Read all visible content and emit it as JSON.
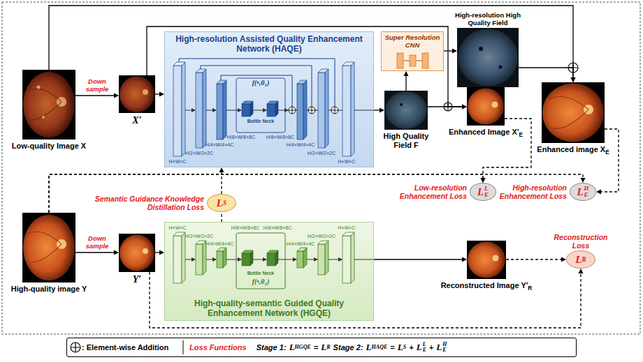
{
  "diagram": {
    "nodes": [
      {
        "text": [
          "Low-quality Image X"
        ]
      },
      {
        "text": [
          "X′"
        ]
      },
      {
        "text": [
          "High-resolution Assisted Quality Enhancement Network (HAQE)"
        ]
      },
      {
        "text": [
          "Super Resolution CNN"
        ]
      },
      {
        "text": [
          "High-resolution High Quality Field"
        ]
      },
      {
        "text": [
          "High Quality Field F"
        ]
      },
      {
        "text": [
          "Enhanced Image X′",
          "E"
        ]
      },
      {
        "text": [
          "Enhanced image X",
          "E"
        ]
      },
      {
        "text": [
          "Semantic Guidance Knowledge Distillation Loss",
          "L",
          "S"
        ]
      },
      {
        "text": [
          "Low-resolution Enhancement Loss",
          "L",
          "L",
          "E"
        ]
      },
      {
        "text": [
          "High-resolution Enhancement Loss",
          "L",
          "H",
          "E"
        ]
      },
      {
        "text": [
          "High-quality image Y"
        ]
      },
      {
        "text": [
          "Y′"
        ]
      },
      {
        "text": [
          "High-quality-semantic Guided Quality Enhancement Network (HGQE)"
        ]
      },
      {
        "text": [
          "Reconstructed Image Y′",
          "R"
        ]
      },
      {
        "text": [
          "Reconstruction Loss",
          "L",
          "R"
        ]
      },
      {
        "text": [
          "Loss Functions",
          "Stage 1:",
          "L",
          "HGQE",
          "=",
          "L",
          "R",
          "Stage 2:",
          "L",
          "HAQE",
          "=",
          "L",
          "S",
          "+",
          "L",
          "L",
          "E",
          "+",
          "L",
          "H",
          "E"
        ]
      }
    ],
    "edges": [
      {
        "from": 0,
        "to": 1,
        "arrow": "to",
        "label": "Down sample"
      },
      {
        "from": 1,
        "to": 2,
        "arrow": "to"
      },
      {
        "from": 2,
        "to": 5,
        "arrow": "to"
      },
      {
        "from": 5,
        "to": 3,
        "arrow": "to"
      },
      {
        "from": 3,
        "to": 4,
        "arrow": "to"
      },
      {
        "from": 0,
        "to": 7,
        "arrow": "to"
      },
      {
        "from": 4,
        "to": 7,
        "arrow": "to"
      },
      {
        "from": 1,
        "to": 6,
        "arrow": "to"
      },
      {
        "from": 5,
        "to": 6,
        "arrow": "to"
      },
      {
        "from": 6,
        "to": 9,
        "arrow": "to"
      },
      {
        "from": 7,
        "to": 10,
        "arrow": "to"
      },
      {
        "from": 11,
        "to": 9,
        "arrow": "to"
      },
      {
        "from": 11,
        "to": 10,
        "arrow": "to"
      },
      {
        "from": 8,
        "to": 2,
        "arrow": "to"
      },
      {
        "from": 13,
        "to": 8,
        "arrow": "none"
      },
      {
        "from": 11,
        "to": 12,
        "arrow": "to",
        "label": "Down sample"
      },
      {
        "from": 12,
        "to": 13,
        "arrow": "to"
      },
      {
        "from": 13,
        "to": 14,
        "arrow": "to"
      },
      {
        "from": 14,
        "to": 15,
        "arrow": "to"
      },
      {
        "from": 12,
        "to": 15,
        "arrow": "to"
      }
    ],
    "labels": [
      "f(•,θ₁)",
      "Bottle Neck",
      "H×W×C",
      "H/2×W/2×2C",
      "H/4×W/4×4C",
      "H/8×W/8×8C",
      "H/8×W/8×8C",
      "H/4×W/4×4C",
      "H/2×W/2×2C",
      "H×W×C",
      "f(•,θ₂)",
      "Bottle Neck",
      "H×W×C",
      "H/2×W/2×2C",
      "H/4×W/4×4C",
      "H/8×W/8×8C",
      "H/8×W/8×8C",
      "H/4×W/4×4C",
      "H/2×W/2×2C",
      "H×W×C"
    ],
    "legend": [
      {
        "text": ": Element-wise Addition"
      }
    ]
  }
}
